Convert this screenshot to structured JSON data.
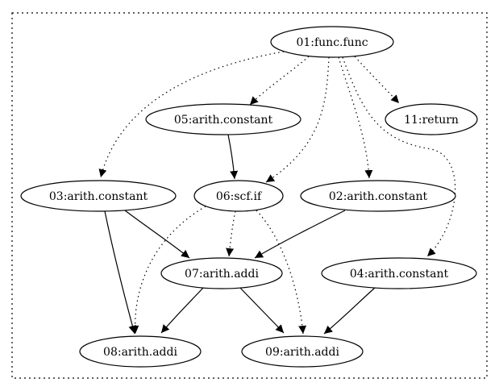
{
  "graph": {
    "nodes": [
      {
        "id": "n01",
        "label": "01:func.func"
      },
      {
        "id": "n05",
        "label": "05:arith.constant"
      },
      {
        "id": "n11",
        "label": "11:return"
      },
      {
        "id": "n03",
        "label": "03:arith.constant"
      },
      {
        "id": "n06",
        "label": "06:scf.if"
      },
      {
        "id": "n02",
        "label": "02:arith.constant"
      },
      {
        "id": "n07",
        "label": "07:arith.addi"
      },
      {
        "id": "n04",
        "label": "04:arith.constant"
      },
      {
        "id": "n08",
        "label": "08:arith.addi"
      },
      {
        "id": "n09",
        "label": "09:arith.addi"
      }
    ],
    "edges": [
      {
        "from": "n01",
        "to": "n05",
        "style": "dotted"
      },
      {
        "from": "n01",
        "to": "n11",
        "style": "dotted"
      },
      {
        "from": "n01",
        "to": "n03",
        "style": "dotted"
      },
      {
        "from": "n01",
        "to": "n06",
        "style": "dotted"
      },
      {
        "from": "n01",
        "to": "n02",
        "style": "dotted"
      },
      {
        "from": "n01",
        "to": "n04",
        "style": "dotted"
      },
      {
        "from": "n05",
        "to": "n06",
        "style": "solid"
      },
      {
        "from": "n03",
        "to": "n07",
        "style": "solid"
      },
      {
        "from": "n03",
        "to": "n08",
        "style": "solid"
      },
      {
        "from": "n06",
        "to": "n07",
        "style": "dotted"
      },
      {
        "from": "n06",
        "to": "n08",
        "style": "dotted"
      },
      {
        "from": "n06",
        "to": "n09",
        "style": "dotted"
      },
      {
        "from": "n02",
        "to": "n07",
        "style": "solid"
      },
      {
        "from": "n07",
        "to": "n08",
        "style": "solid"
      },
      {
        "from": "n07",
        "to": "n09",
        "style": "solid"
      },
      {
        "from": "n04",
        "to": "n09",
        "style": "solid"
      }
    ]
  },
  "colors": {
    "stroke": "#000000",
    "background": "#ffffff"
  }
}
